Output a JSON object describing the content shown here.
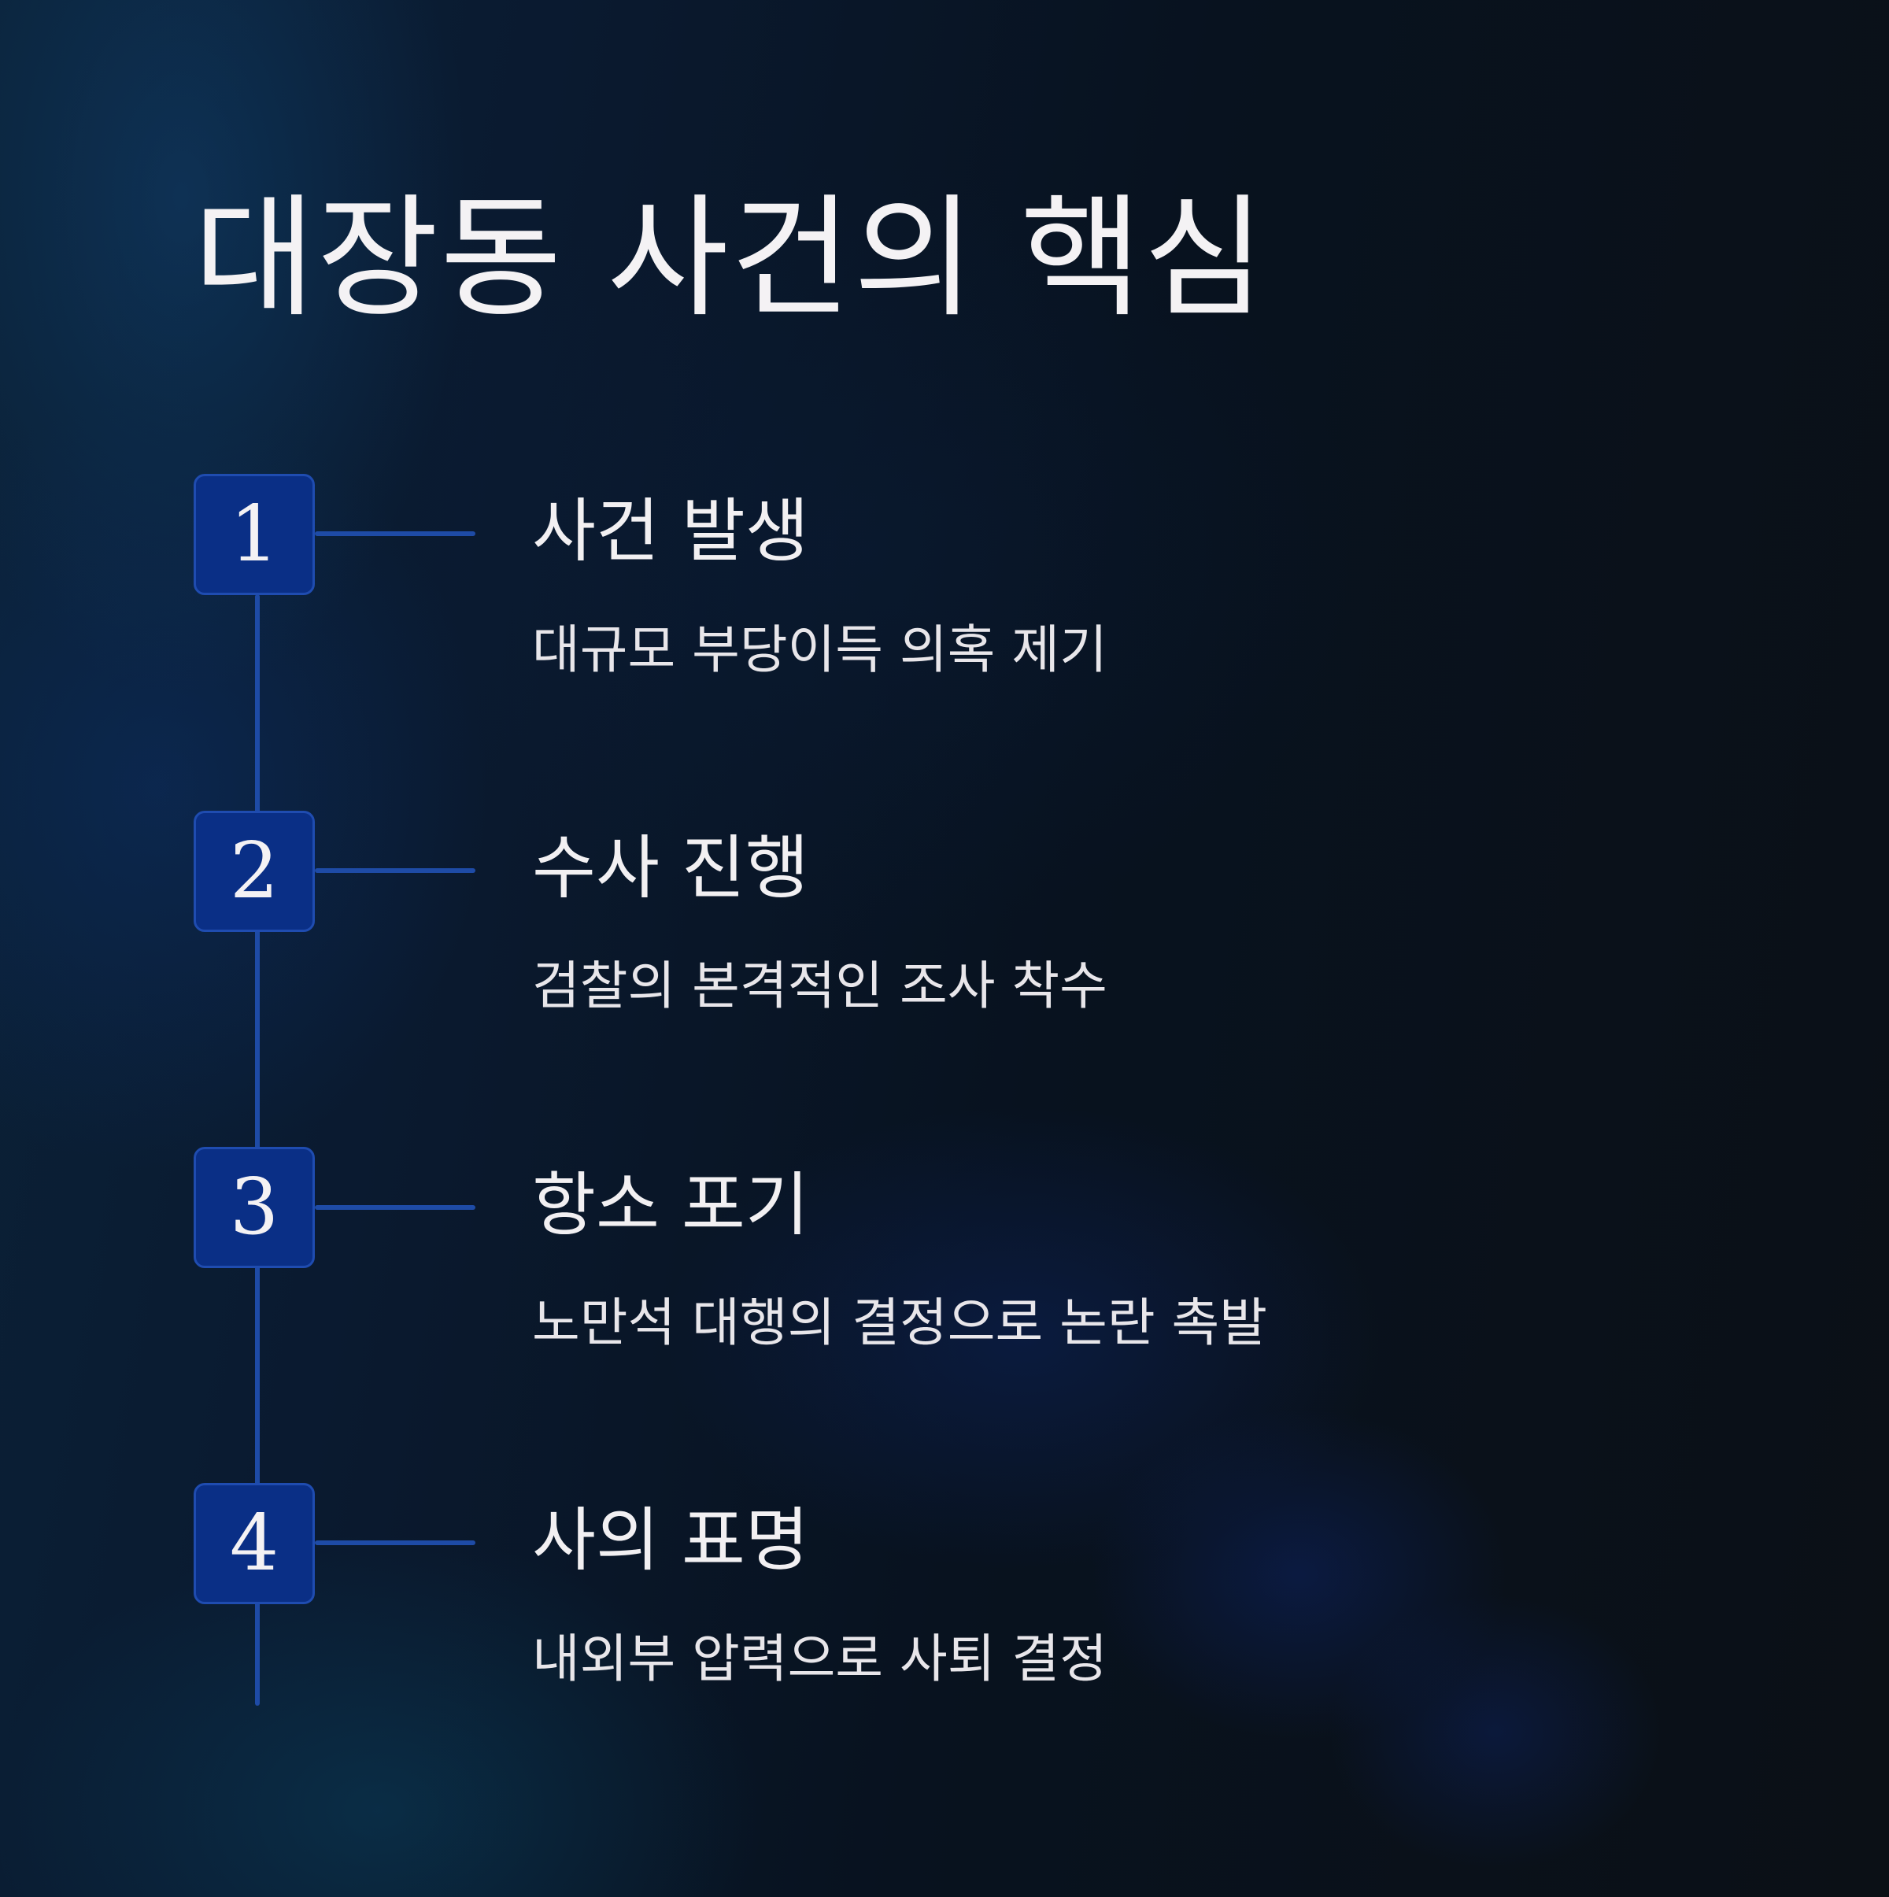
{
  "title": "대장동 사건의 핵심",
  "steps": [
    {
      "number": "1",
      "title": "사건 발생",
      "description": "대규모 부당이득 의혹 제기"
    },
    {
      "number": "2",
      "title": "수사 진행",
      "description": "검찰의 본격적인 조사 착수"
    },
    {
      "number": "3",
      "title": "항소 포기",
      "description": "노만석 대행의 결정으로 논란 촉발"
    },
    {
      "number": "4",
      "title": "사의 표명",
      "description": "내외부 압력으로 사퇴 결정"
    }
  ],
  "colors": {
    "background": "#0a1220",
    "badge": "#0a2f86",
    "line": "#1e4ba6",
    "text": "#f2f0f2"
  }
}
